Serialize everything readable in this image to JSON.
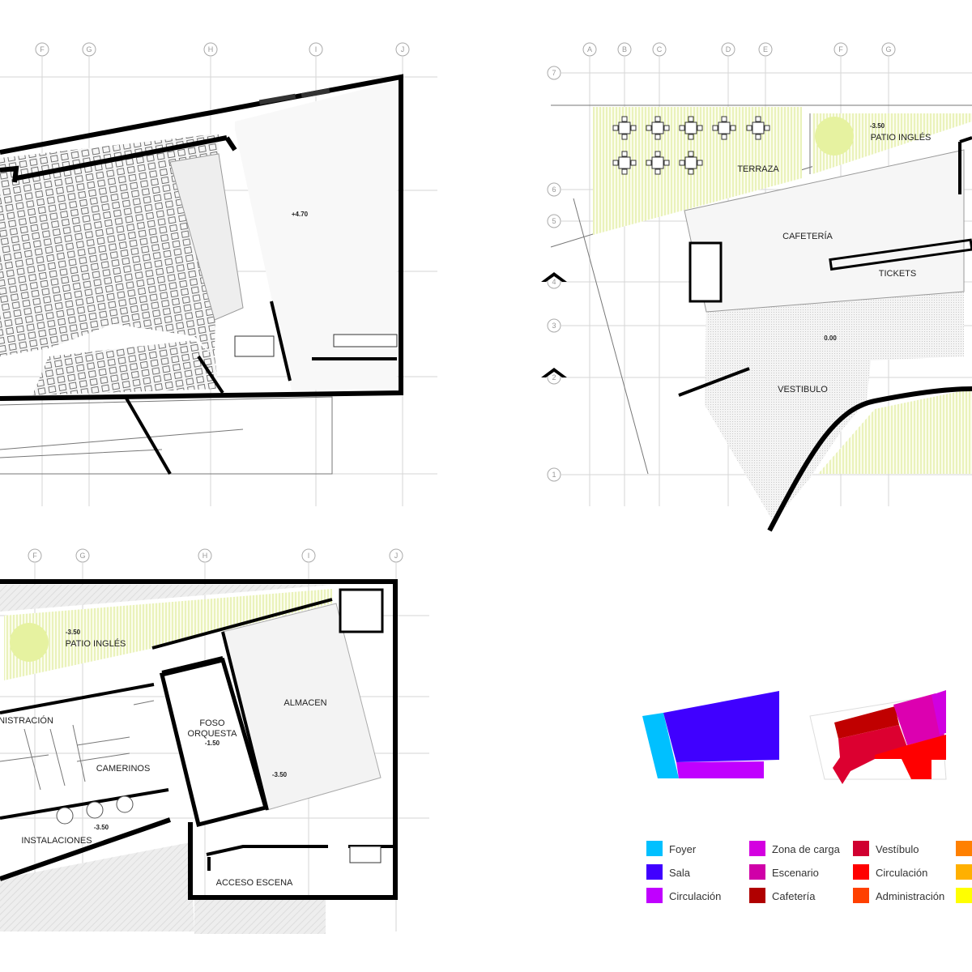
{
  "upper_plan": {
    "grid_columns": [
      "F",
      "G",
      "H",
      "I",
      "J"
    ],
    "level": "+4.70"
  },
  "ground_plan": {
    "grid_columns": [
      "A",
      "B",
      "C",
      "D",
      "E",
      "F",
      "G"
    ],
    "grid_rows": [
      "7",
      "6",
      "5",
      "4",
      "3",
      "2",
      "1"
    ],
    "labels": {
      "terraza": "TERRAZA",
      "patio_level": "-3.50",
      "patio": "PATIO INGLÉS",
      "cafeteria": "CAFETERÍA",
      "tickets": "TICKETS",
      "level": "0.00",
      "vestibulo": "VESTIBULO"
    }
  },
  "basement_plan": {
    "grid_columns": [
      "F",
      "G",
      "H",
      "I",
      "J"
    ],
    "labels": {
      "patio_level": "-3.50",
      "patio": "PATIO INGLÉS",
      "administracion": "NISTRACIÓN",
      "camerinos": "CAMERINOS",
      "foso_1": "FOSO",
      "foso_2": "ORQUESTA",
      "foso_level": "-1.50",
      "almacen": "ALMACEN",
      "almacen_level": "-3.50",
      "instalaciones_level": "-3.50",
      "instalaciones": "INSTALACIONES",
      "acceso_escena": "ACCESO ESCENA"
    }
  },
  "zone_diagram": {
    "colors": {
      "foyer": "#00c0ff",
      "sala": "#4000ff",
      "circulacion_upper": "#c000ff",
      "cafeteria": "#c00000",
      "vestibulo": "#dc0030",
      "escenario": "#dc00b0",
      "zona_carga": "#d000e0",
      "circulacion_ground": "#ff0000"
    }
  },
  "legend": [
    {
      "label": "Foyer",
      "color": "#00c0ff"
    },
    {
      "label": "Sala",
      "color": "#4000ff"
    },
    {
      "label": "Circulación",
      "color": "#c000ff"
    },
    {
      "label": "Zona de carga",
      "color": "#d400e0"
    },
    {
      "label": "Escenario",
      "color": "#d000a8"
    },
    {
      "label": "Cafetería",
      "color": "#b00000"
    },
    {
      "label": "Vestíbulo",
      "color": "#d00030"
    },
    {
      "label": "Circulación",
      "color": "#ff0000"
    },
    {
      "label": "Administración",
      "color": "#ff4000"
    },
    {
      "label": "",
      "color": "#ff8000"
    },
    {
      "label": "",
      "color": "#ffb000"
    },
    {
      "label": "",
      "color": "#ffff00"
    }
  ]
}
